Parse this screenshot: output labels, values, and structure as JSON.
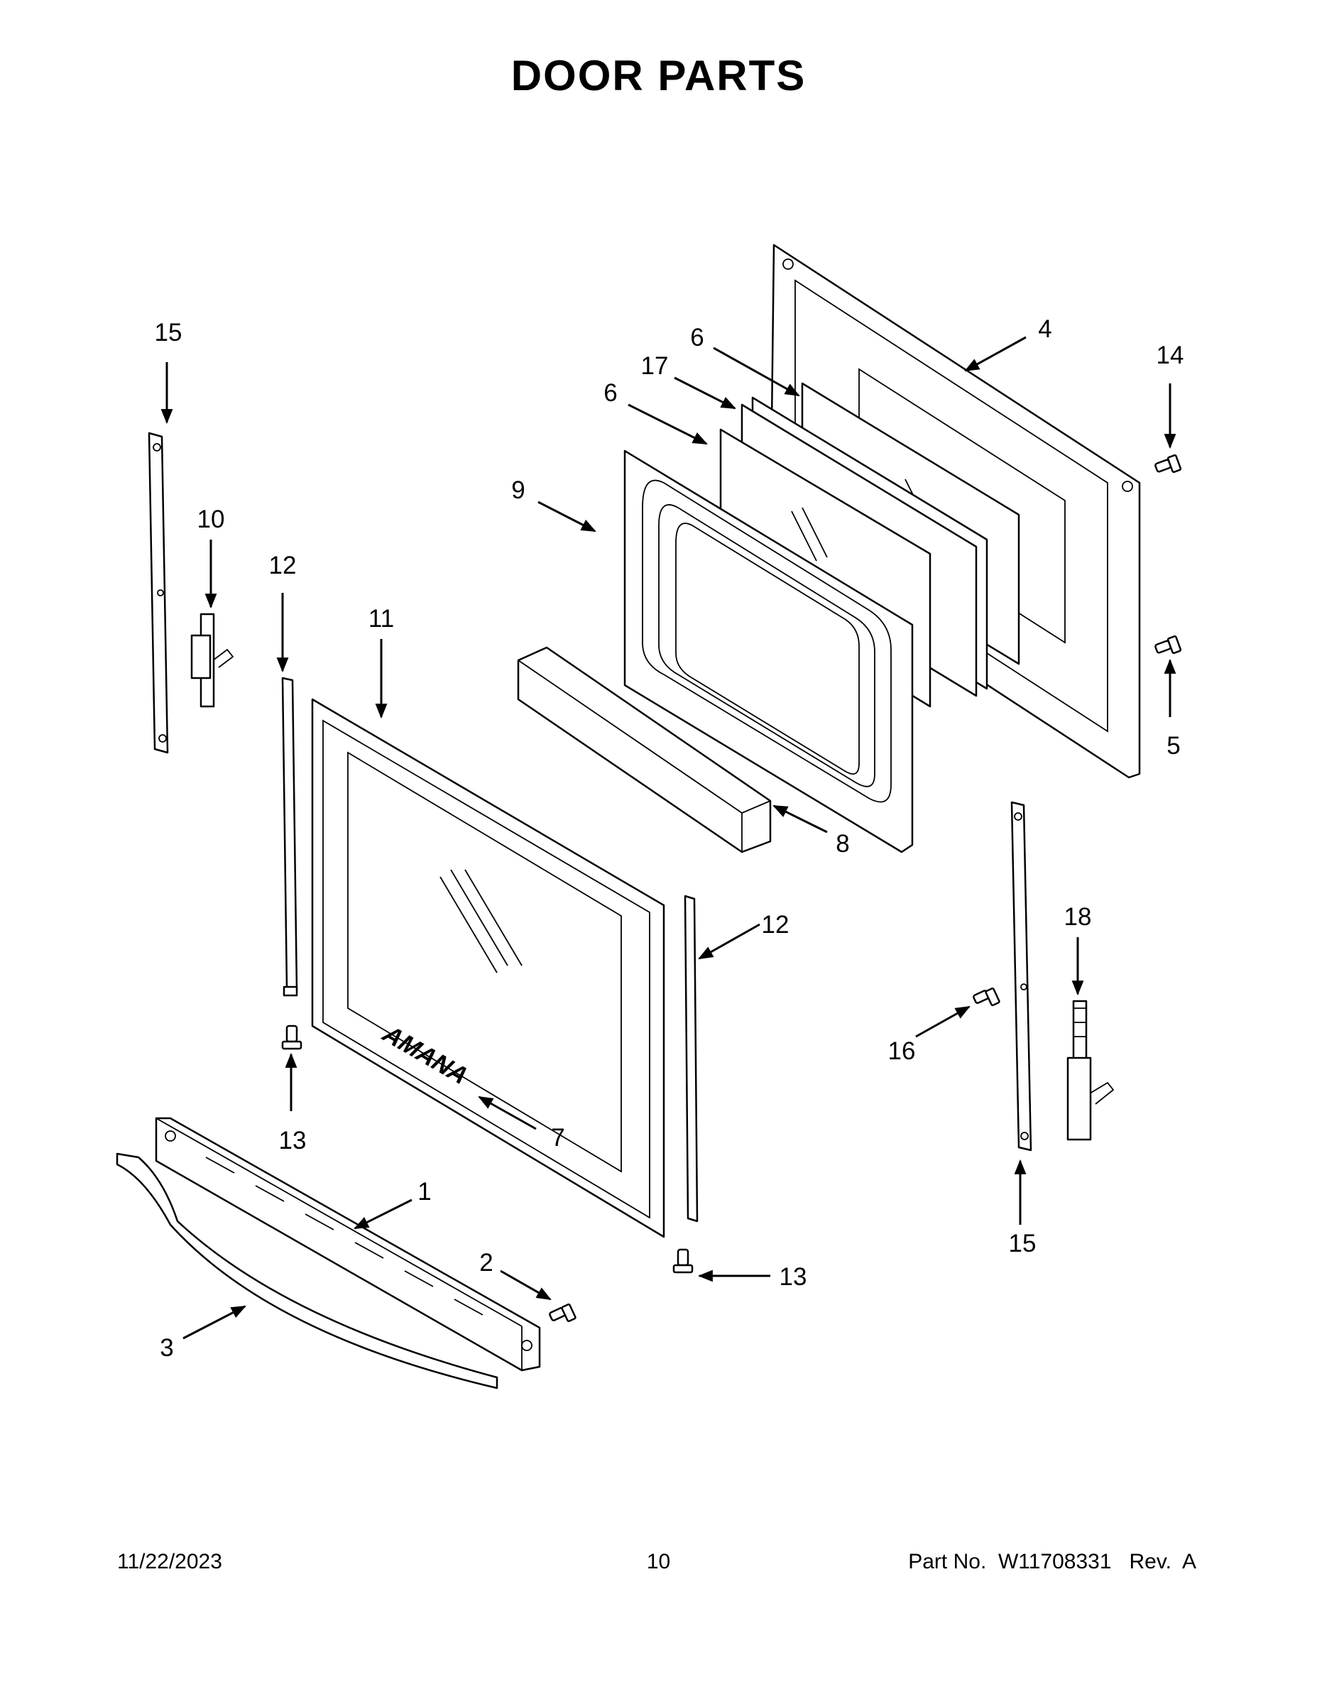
{
  "page": {
    "title": "DOOR PARTS",
    "footer": {
      "date": "11/22/2023",
      "page_number": "10",
      "part_number": "Part No.  W11708331   Rev.  A"
    }
  },
  "diagram": {
    "brand_text": "AMANA",
    "callouts": [
      {
        "id": "c15a",
        "text": "15"
      },
      {
        "id": "c10",
        "text": "10"
      },
      {
        "id": "c12a",
        "text": "12"
      },
      {
        "id": "c11",
        "text": "11"
      },
      {
        "id": "c9",
        "text": "9"
      },
      {
        "id": "c6a",
        "text": "6"
      },
      {
        "id": "c17",
        "text": "17"
      },
      {
        "id": "c6b",
        "text": "6"
      },
      {
        "id": "c4",
        "text": "4"
      },
      {
        "id": "c14",
        "text": "14"
      },
      {
        "id": "c5",
        "text": "5"
      },
      {
        "id": "c8",
        "text": "8"
      },
      {
        "id": "c12b",
        "text": "12"
      },
      {
        "id": "c13a",
        "text": "13"
      },
      {
        "id": "c7",
        "text": "7"
      },
      {
        "id": "c1",
        "text": "1"
      },
      {
        "id": "c2",
        "text": "2"
      },
      {
        "id": "c3",
        "text": "3"
      },
      {
        "id": "c13b",
        "text": "13"
      },
      {
        "id": "c18",
        "text": "18"
      },
      {
        "id": "c16",
        "text": "16"
      },
      {
        "id": "c15b",
        "text": "15"
      }
    ]
  }
}
